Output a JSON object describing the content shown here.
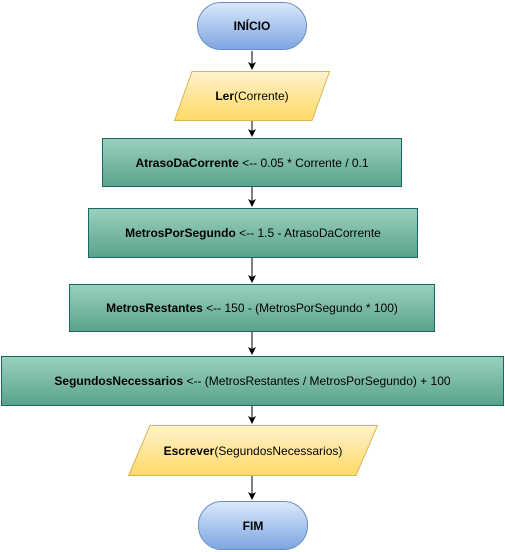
{
  "flowchart": {
    "start": "INÍCIO",
    "read": {
      "keyword": "Ler",
      "args": "(Corrente)"
    },
    "steps": [
      {
        "variable": "AtrasoDaCorrente",
        "expression": " <-- 0.05 * Corrente / 0.1"
      },
      {
        "variable": "MetrosPorSegundo",
        "expression": " <-- 1.5 - AtrasoDaCorrente"
      },
      {
        "variable": "MetrosRestantes",
        "expression": " <-- 150 - (MetrosPorSegundo * 100)"
      },
      {
        "variable": "SegundosNecessarios",
        "expression": " <-- (MetrosRestantes / MetrosPorSegundo) + 100"
      }
    ],
    "write": {
      "keyword": "Escrever",
      "args": "(SegundosNecessarios)"
    },
    "end": "FIM"
  },
  "colors": {
    "terminal_fill_top": "#dae8fc",
    "terminal_fill_bottom": "#7ea6e0",
    "terminal_stroke": "#6c8ebf",
    "io_fill_top": "#fff2cc",
    "io_fill_bottom": "#ffd966",
    "io_stroke": "#d6b656",
    "process_fill_top": "#9ad0bf",
    "process_fill_bottom": "#5aa38c",
    "process_stroke": "#16695f",
    "arrow": "#000000"
  }
}
